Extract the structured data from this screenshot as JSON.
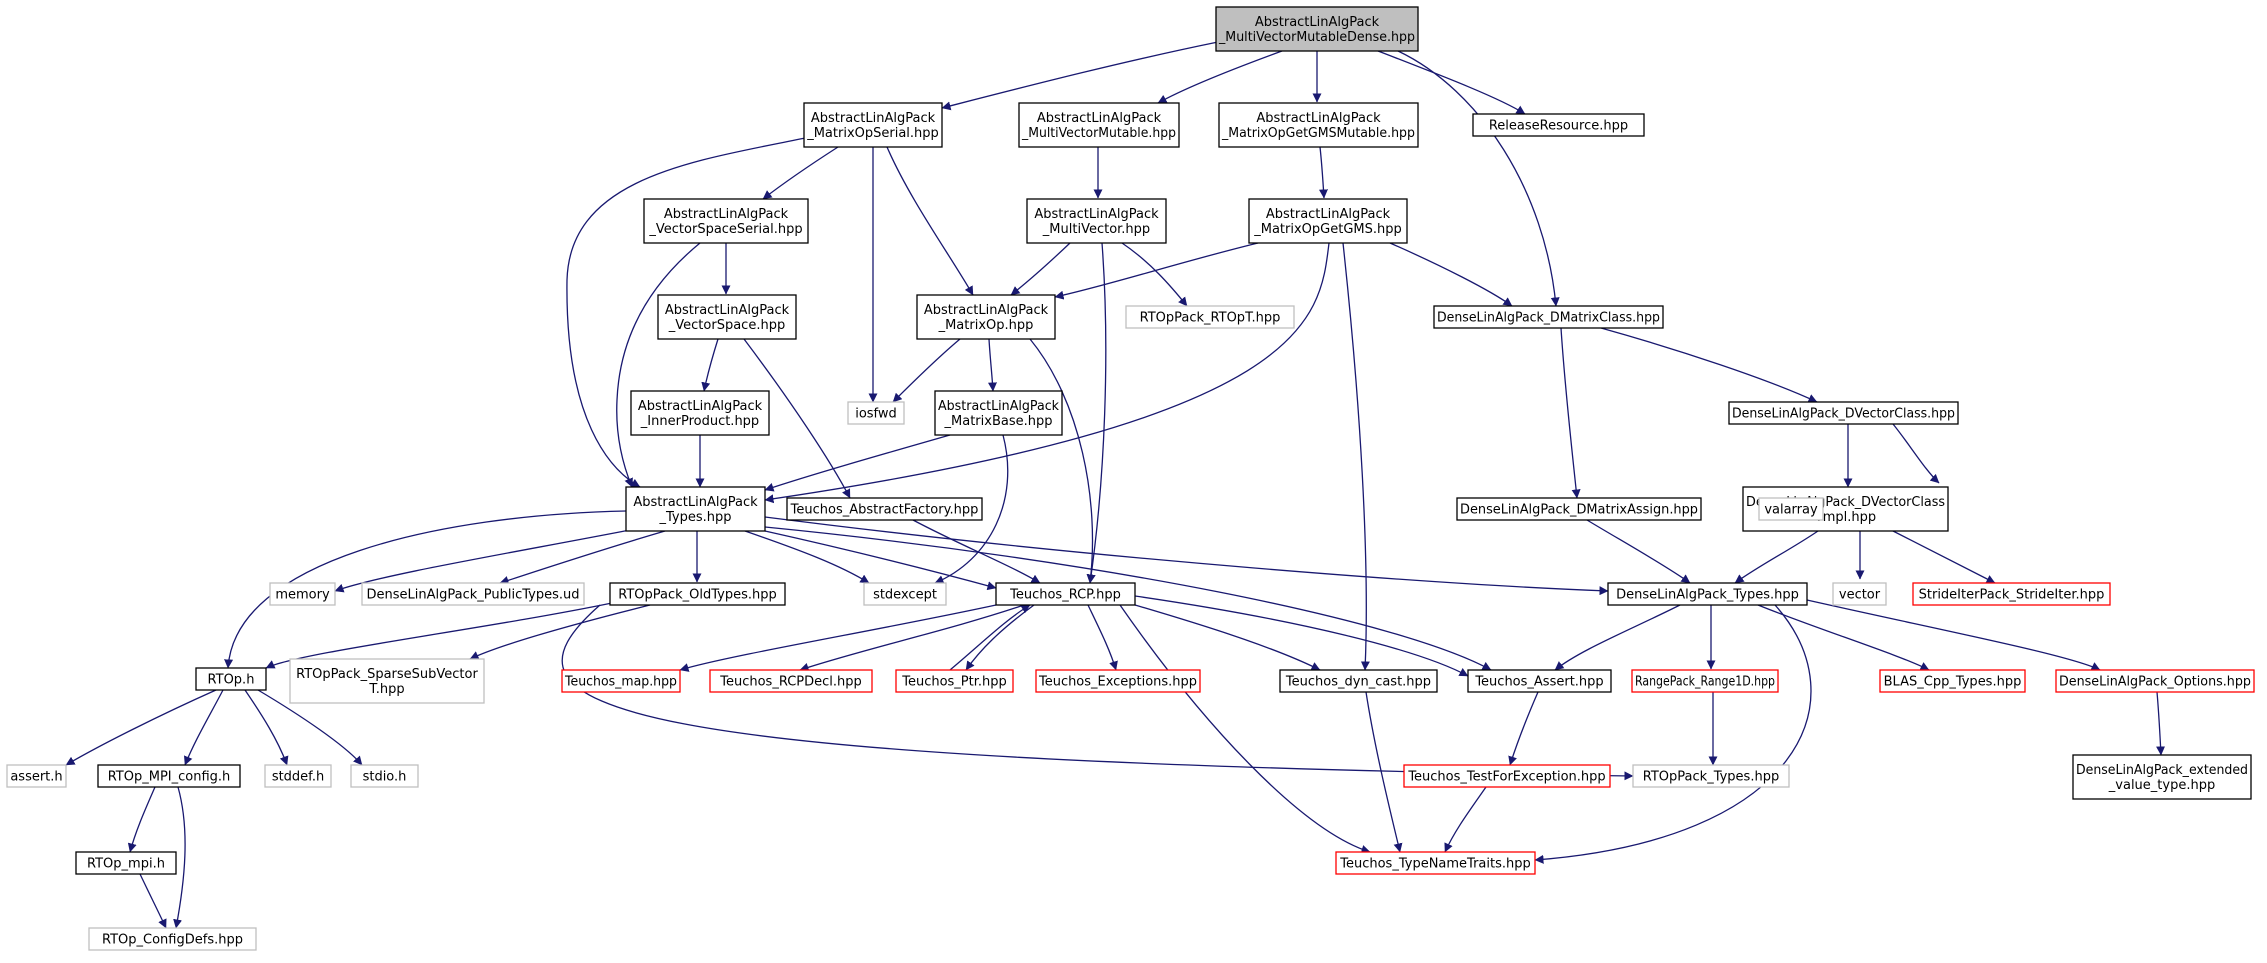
{
  "colors": {
    "edge": "#191970",
    "border_normal": "#000000",
    "border_external": "#bfbfbf",
    "border_truncated": "#ff0000",
    "root_fill": "#bfbfbf",
    "node_fill": "#ffffff"
  },
  "nodes": [
    {
      "id": "root",
      "lines": [
        "AbstractLinAlgPack",
        "_MultiVectorMutableDense.hpp"
      ],
      "style": "root"
    },
    {
      "id": "matrixOpSerial",
      "lines": [
        "AbstractLinAlgPack",
        "_MatrixOpSerial.hpp"
      ],
      "style": "normal"
    },
    {
      "id": "multiVectorMutable",
      "lines": [
        "AbstractLinAlgPack",
        "_MultiVectorMutable.hpp"
      ],
      "style": "normal"
    },
    {
      "id": "matrixOpGetGMSMutable",
      "lines": [
        "AbstractLinAlgPack",
        "_MatrixOpGetGMSMutable.hpp"
      ],
      "style": "normal"
    },
    {
      "id": "releaseResource",
      "lines": [
        "ReleaseResource.hpp"
      ],
      "style": "normal"
    },
    {
      "id": "vectorSpaceSerial",
      "lines": [
        "AbstractLinAlgPack",
        "_VectorSpaceSerial.hpp"
      ],
      "style": "normal"
    },
    {
      "id": "multiVector",
      "lines": [
        "AbstractLinAlgPack",
        "_MultiVector.hpp"
      ],
      "style": "normal"
    },
    {
      "id": "matrixOpGetGMS",
      "lines": [
        "AbstractLinAlgPack",
        "_MatrixOpGetGMS.hpp"
      ],
      "style": "normal"
    },
    {
      "id": "vectorSpace",
      "lines": [
        "AbstractLinAlgPack",
        "_VectorSpace.hpp"
      ],
      "style": "normal"
    },
    {
      "id": "matrixOp",
      "lines": [
        "AbstractLinAlgPack",
        "_MatrixOp.hpp"
      ],
      "style": "normal"
    },
    {
      "id": "rtopT",
      "lines": [
        "RTOpPack_RTOpT.hpp"
      ],
      "style": "external"
    },
    {
      "id": "dMatrixClass",
      "lines": [
        "DenseLinAlgPack_DMatrixClass.hpp"
      ],
      "style": "normal"
    },
    {
      "id": "innerProduct",
      "lines": [
        "AbstractLinAlgPack",
        "_InnerProduct.hpp"
      ],
      "style": "normal"
    },
    {
      "id": "iosfwd",
      "lines": [
        "iosfwd"
      ],
      "style": "external"
    },
    {
      "id": "matrixBase",
      "lines": [
        "AbstractLinAlgPack",
        "_MatrixBase.hpp"
      ],
      "style": "normal"
    },
    {
      "id": "dVectorClass",
      "lines": [
        "DenseLinAlgPack_DVectorClass.hpp"
      ],
      "style": "normal"
    },
    {
      "id": "ablTypes",
      "lines": [
        "AbstractLinAlgPack",
        "_Types.hpp"
      ],
      "style": "normal"
    },
    {
      "id": "abstractFactory",
      "lines": [
        "Teuchos_AbstractFactory.hpp"
      ],
      "style": "normal"
    },
    {
      "id": "dMatrixAssign",
      "lines": [
        "DenseLinAlgPack_DMatrixAssign.hpp"
      ],
      "style": "normal"
    },
    {
      "id": "dVectorClassTmpl",
      "lines": [
        "DenseLinAlgPack_DVectorClass",
        "Tmpl.hpp"
      ],
      "style": "normal"
    },
    {
      "id": "valarray",
      "lines": [
        "valarray"
      ],
      "style": "external"
    },
    {
      "id": "memory",
      "lines": [
        "memory"
      ],
      "style": "external"
    },
    {
      "id": "publicTypes",
      "lines": [
        "DenseLinAlgPack_PublicTypes.ud"
      ],
      "style": "external"
    },
    {
      "id": "oldTypes",
      "lines": [
        "RTOpPack_OldTypes.hpp"
      ],
      "style": "normal"
    },
    {
      "id": "stdexcept",
      "lines": [
        "stdexcept"
      ],
      "style": "external"
    },
    {
      "id": "rcp",
      "lines": [
        "Teuchos_RCP.hpp"
      ],
      "style": "normal"
    },
    {
      "id": "dlaTypes",
      "lines": [
        "DenseLinAlgPack_Types.hpp"
      ],
      "style": "normal"
    },
    {
      "id": "vector",
      "lines": [
        "vector"
      ],
      "style": "external"
    },
    {
      "id": "strideIter",
      "lines": [
        "StrideIterPack_StrideIter.hpp"
      ],
      "style": "truncated"
    },
    {
      "id": "rtoph",
      "lines": [
        "RTOp.h"
      ],
      "style": "normal"
    },
    {
      "id": "sparseSubVector",
      "lines": [
        "RTOpPack_SparseSubVector",
        "T.hpp"
      ],
      "style": "external"
    },
    {
      "id": "tmap",
      "lines": [
        "Teuchos_map.hpp"
      ],
      "style": "truncated"
    },
    {
      "id": "rcpDecl",
      "lines": [
        "Teuchos_RCPDecl.hpp"
      ],
      "style": "truncated"
    },
    {
      "id": "ptr",
      "lines": [
        "Teuchos_Ptr.hpp"
      ],
      "style": "truncated"
    },
    {
      "id": "exceptions",
      "lines": [
        "Teuchos_Exceptions.hpp"
      ],
      "style": "truncated"
    },
    {
      "id": "dynCast",
      "lines": [
        "Teuchos_dyn_cast.hpp"
      ],
      "style": "normal"
    },
    {
      "id": "assert",
      "lines": [
        "Teuchos_Assert.hpp"
      ],
      "style": "normal"
    },
    {
      "id": "range1D",
      "lines": [
        "RangePack_Range1D.hpp"
      ],
      "style": "truncated"
    },
    {
      "id": "blasTypes",
      "lines": [
        "BLAS_Cpp_Types.hpp"
      ],
      "style": "truncated"
    },
    {
      "id": "dlaOptions",
      "lines": [
        "DenseLinAlgPack_Options.hpp"
      ],
      "style": "truncated"
    },
    {
      "id": "asserth",
      "lines": [
        "assert.h"
      ],
      "style": "external"
    },
    {
      "id": "mpiConfig",
      "lines": [
        "RTOp_MPI_config.h"
      ],
      "style": "normal"
    },
    {
      "id": "stddef",
      "lines": [
        "stddef.h"
      ],
      "style": "external"
    },
    {
      "id": "stdio",
      "lines": [
        "stdio.h"
      ],
      "style": "external"
    },
    {
      "id": "testForException",
      "lines": [
        "Teuchos_TestForException.hpp"
      ],
      "style": "truncated"
    },
    {
      "id": "rtopTypes",
      "lines": [
        "RTOpPack_Types.hpp"
      ],
      "style": "external"
    },
    {
      "id": "extendedValueType",
      "lines": [
        "DenseLinAlgPack_extended",
        "_value_type.hpp"
      ],
      "style": "normal"
    },
    {
      "id": "rtopMpi",
      "lines": [
        "RTOp_mpi.h"
      ],
      "style": "normal"
    },
    {
      "id": "typeNameTraits",
      "lines": [
        "Teuchos_TypeNameTraits.hpp"
      ],
      "style": "truncated"
    },
    {
      "id": "configDefs",
      "lines": [
        "RTOp_ConfigDefs.hpp"
      ],
      "style": "external"
    }
  ],
  "edges": [
    [
      "root",
      "matrixOpSerial"
    ],
    [
      "root",
      "multiVectorMutable"
    ],
    [
      "root",
      "matrixOpGetGMSMutable"
    ],
    [
      "root",
      "releaseResource"
    ],
    [
      "root",
      "dMatrixClass"
    ],
    [
      "matrixOpSerial",
      "vectorSpaceSerial"
    ],
    [
      "matrixOpSerial",
      "matrixOp"
    ],
    [
      "matrixOpSerial",
      "iosfwd"
    ],
    [
      "matrixOpSerial",
      "ablTypes"
    ],
    [
      "multiVectorMutable",
      "multiVector"
    ],
    [
      "matrixOpGetGMSMutable",
      "matrixOpGetGMS"
    ],
    [
      "vectorSpaceSerial",
      "vectorSpace"
    ],
    [
      "vectorSpaceSerial",
      "ablTypes"
    ],
    [
      "multiVector",
      "matrixOp"
    ],
    [
      "multiVector",
      "rtopT"
    ],
    [
      "multiVector",
      "rcp"
    ],
    [
      "matrixOpGetGMS",
      "matrixOp"
    ],
    [
      "matrixOpGetGMS",
      "dMatrixClass"
    ],
    [
      "matrixOpGetGMS",
      "ablTypes"
    ],
    [
      "matrixOpGetGMS",
      "dynCast"
    ],
    [
      "vectorSpace",
      "innerProduct"
    ],
    [
      "vectorSpace",
      "abstractFactory"
    ],
    [
      "matrixOp",
      "iosfwd"
    ],
    [
      "matrixOp",
      "matrixBase"
    ],
    [
      "matrixOp",
      "rcp"
    ],
    [
      "dMatrixClass",
      "dVectorClass"
    ],
    [
      "dMatrixClass",
      "dMatrixAssign"
    ],
    [
      "innerProduct",
      "ablTypes"
    ],
    [
      "matrixBase",
      "ablTypes"
    ],
    [
      "matrixBase",
      "stdexcept"
    ],
    [
      "dVectorClass",
      "dVectorClassTmpl"
    ],
    [
      "dVectorClass",
      "valarray"
    ],
    [
      "ablTypes",
      "rtoph"
    ],
    [
      "ablTypes",
      "memory"
    ],
    [
      "ablTypes",
      "publicTypes"
    ],
    [
      "ablTypes",
      "oldTypes"
    ],
    [
      "ablTypes",
      "stdexcept"
    ],
    [
      "ablTypes",
      "rcp"
    ],
    [
      "ablTypes",
      "dlaTypes"
    ],
    [
      "ablTypes",
      "assert"
    ],
    [
      "abstractFactory",
      "rcp"
    ],
    [
      "dMatrixAssign",
      "dlaTypes"
    ],
    [
      "dVectorClassTmpl",
      "dlaTypes"
    ],
    [
      "dVectorClassTmpl",
      "vector"
    ],
    [
      "dVectorClassTmpl",
      "strideIter"
    ],
    [
      "oldTypes",
      "rtoph"
    ],
    [
      "oldTypes",
      "sparseSubVector"
    ],
    [
      "oldTypes",
      "rtopTypes"
    ],
    [
      "rcp",
      "tmap"
    ],
    [
      "rcp",
      "rcpDecl"
    ],
    [
      "rcp",
      "ptr"
    ],
    [
      "rcp",
      "exceptions"
    ],
    [
      "rcp",
      "dynCast"
    ],
    [
      "rcp",
      "assert"
    ],
    [
      "rcp",
      "typeNameTraits"
    ],
    [
      "ptr",
      "rcp"
    ],
    [
      "dlaTypes",
      "assert"
    ],
    [
      "dlaTypes",
      "range1D"
    ],
    [
      "dlaTypes",
      "blasTypes"
    ],
    [
      "dlaTypes",
      "dlaOptions"
    ],
    [
      "dlaTypes",
      "typeNameTraits"
    ],
    [
      "rtoph",
      "asserth"
    ],
    [
      "rtoph",
      "mpiConfig"
    ],
    [
      "rtoph",
      "stddef"
    ],
    [
      "rtoph",
      "stdio"
    ],
    [
      "dynCast",
      "typeNameTraits"
    ],
    [
      "assert",
      "testForException"
    ],
    [
      "range1D",
      "rtopTypes"
    ],
    [
      "dlaOptions",
      "extendedValueType"
    ],
    [
      "mpiConfig",
      "rtopMpi"
    ],
    [
      "mpiConfig",
      "configDefs"
    ],
    [
      "testForException",
      "typeNameTraits"
    ],
    [
      "rtopMpi",
      "configDefs"
    ]
  ]
}
